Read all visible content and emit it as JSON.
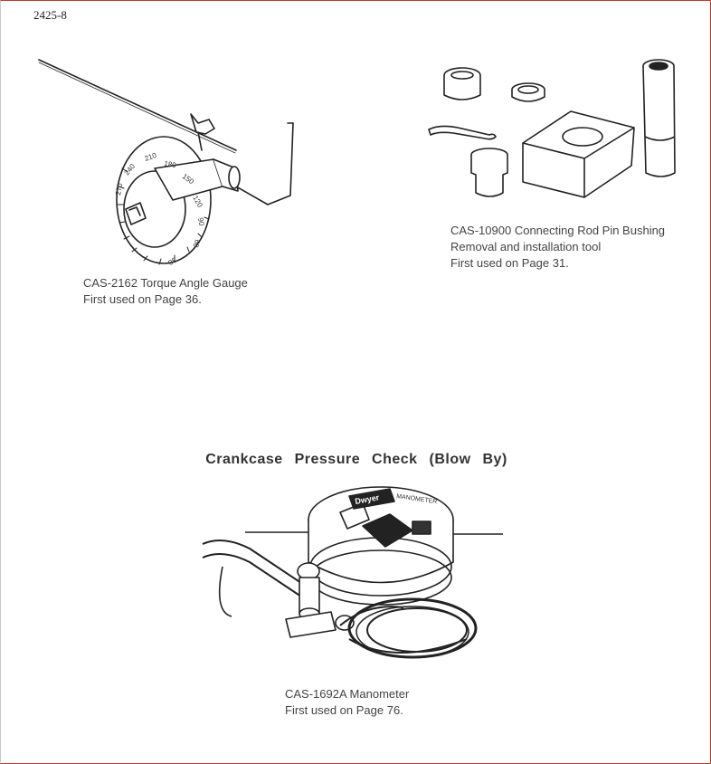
{
  "page": {
    "number": "2425-8"
  },
  "figures": [
    {
      "id": "torque-angle-gauge",
      "caption_line1": "CAS-2162 Torque Angle Gauge",
      "caption_line2": "First used on Page 36.",
      "dial_labels": [
        "210",
        "180",
        "150",
        "120",
        "90",
        "60",
        "30",
        "270",
        "240"
      ]
    },
    {
      "id": "rod-pin-bushing-tool",
      "caption_line1": "CAS-10900  Connecting  Rod Pin Bushing",
      "caption_line2": "Removal  and  installation  tool",
      "caption_line3": "First used  on  Page 31."
    },
    {
      "id": "manometer",
      "caption_line1": "CAS-1692A  Manometer",
      "caption_line2": "First used  on  Page 76.",
      "brand": "Dwyer",
      "dial_text": "MANOMETER"
    }
  ],
  "section": {
    "heading": "Crankcase   Pressure  Check   (Blow  By)"
  }
}
